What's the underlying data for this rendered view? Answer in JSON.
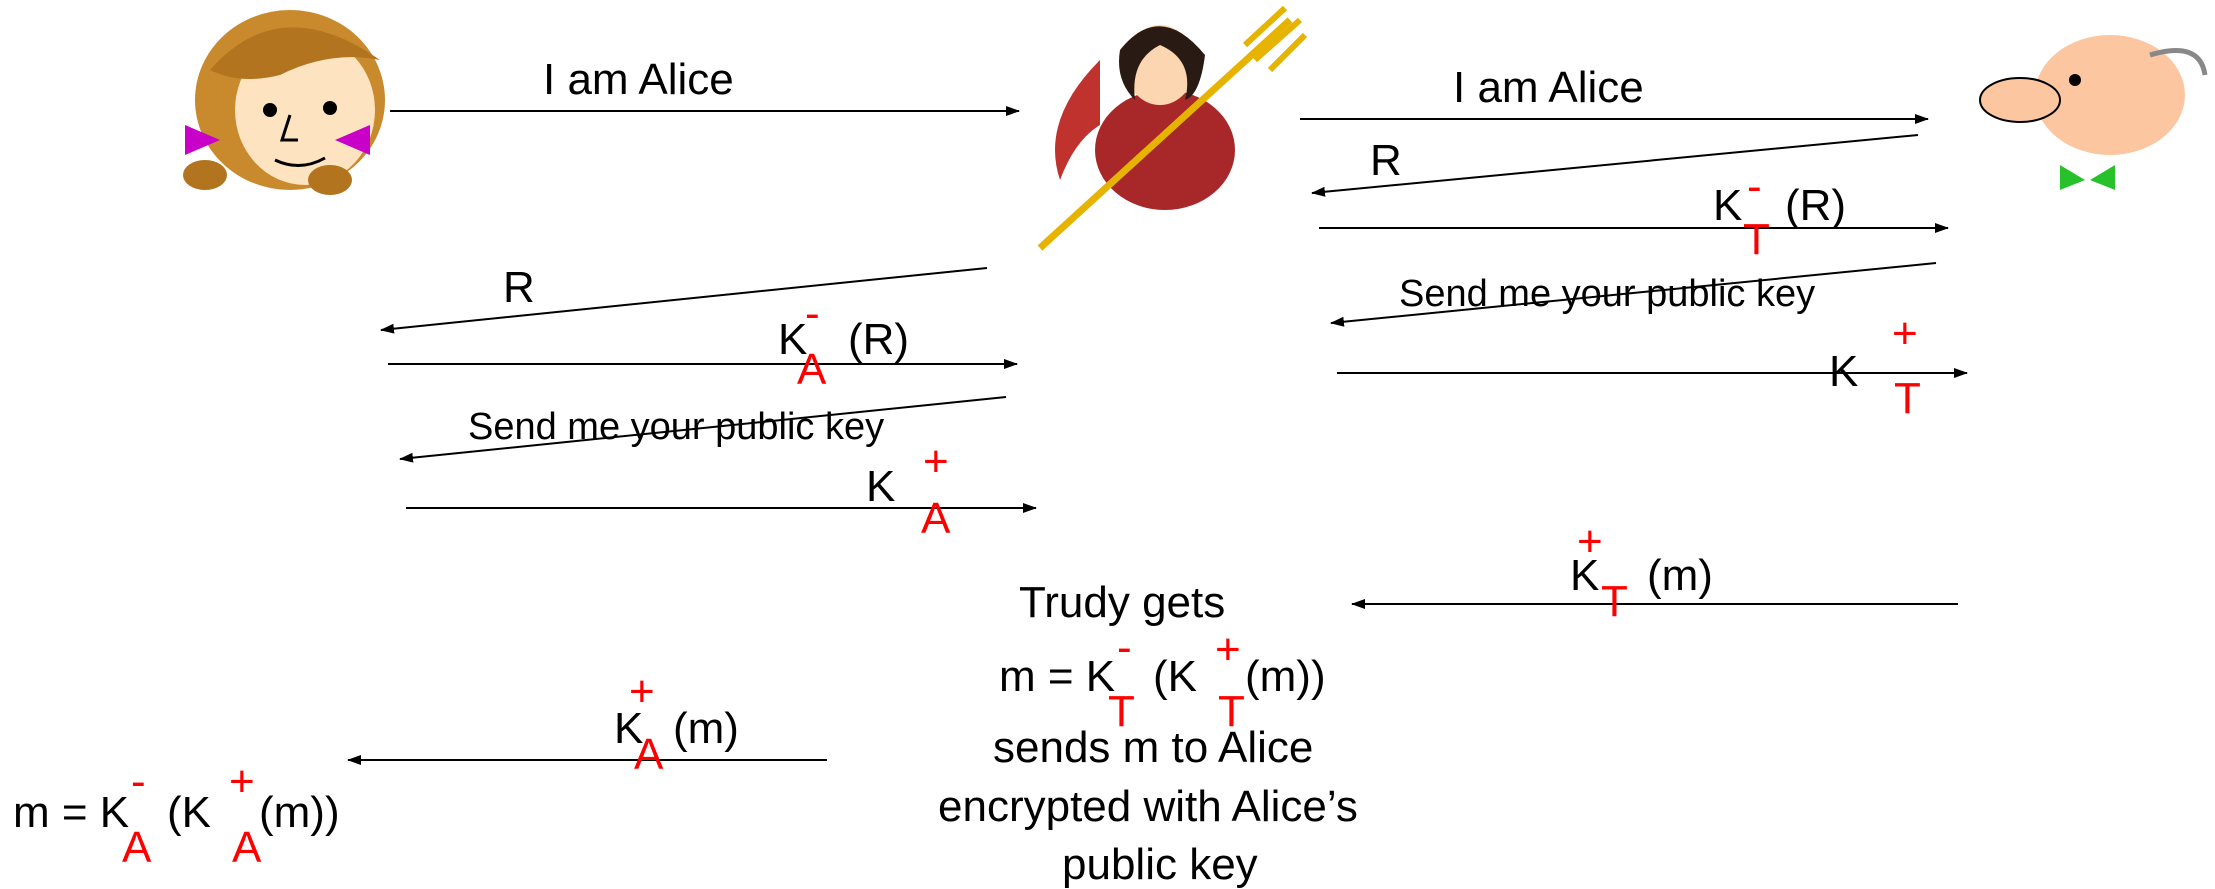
{
  "actors": {
    "alice": {
      "name": "alice-cartoon",
      "icon": "alice-face"
    },
    "trudy": {
      "name": "trudy-cartoon",
      "icon": "devil-with-pitchfork"
    },
    "bob": {
      "name": "bob-cartoon",
      "icon": "bob-face"
    }
  },
  "colors": {
    "text": "#000000",
    "accent": "#ff0000"
  },
  "messages": {
    "alice_to_trudy_iam": "I am Alice",
    "trudy_to_bob_iam": "I am Alice",
    "bob_to_trudy_R": "R",
    "trudy_to_alice_R": "R",
    "trudy_reply_K": "K",
    "trudy_reply_sub": "T",
    "trudy_reply_sup": "-",
    "trudy_reply_arg": "(R)",
    "alice_reply_K": "K",
    "alice_reply_sub": "A",
    "alice_reply_sup": "-",
    "alice_reply_arg": "(R)",
    "bob_send_key": "Send me your public key",
    "trudy_send_key": "Send me your public key",
    "trudy_pubkey_K": "K",
    "trudy_pubkey_sup": "+",
    "trudy_pubkey_sub": "T",
    "alice_pubkey_K": "K",
    "alice_pubkey_sup": "+",
    "alice_pubkey_sub": "A",
    "bob_msg_K": "K",
    "bob_msg_sup": "+",
    "bob_msg_sub": "T",
    "bob_msg_arg": "(m)",
    "trudy_msg_K": "K",
    "trudy_msg_sup": "+",
    "trudy_msg_sub": "A",
    "trudy_msg_arg": "(m)"
  },
  "trudy_note": {
    "line1": "Trudy gets",
    "eq_left": "m = K",
    "eq_mid": "(K",
    "eq_end": "(m))",
    "eq_sup1": "-",
    "eq_sub1": "T",
    "eq_sup2": "+",
    "eq_sub2": "T",
    "line3": "sends m to Alice",
    "line4": "encrypted with Alice’s",
    "line5": "public key"
  },
  "alice_note": {
    "eq_left": "m = K",
    "eq_mid": "(K",
    "eq_end": "(m))",
    "eq_sup1": "-",
    "eq_sub1": "A",
    "eq_sup2": "+",
    "eq_sub2": "A"
  }
}
